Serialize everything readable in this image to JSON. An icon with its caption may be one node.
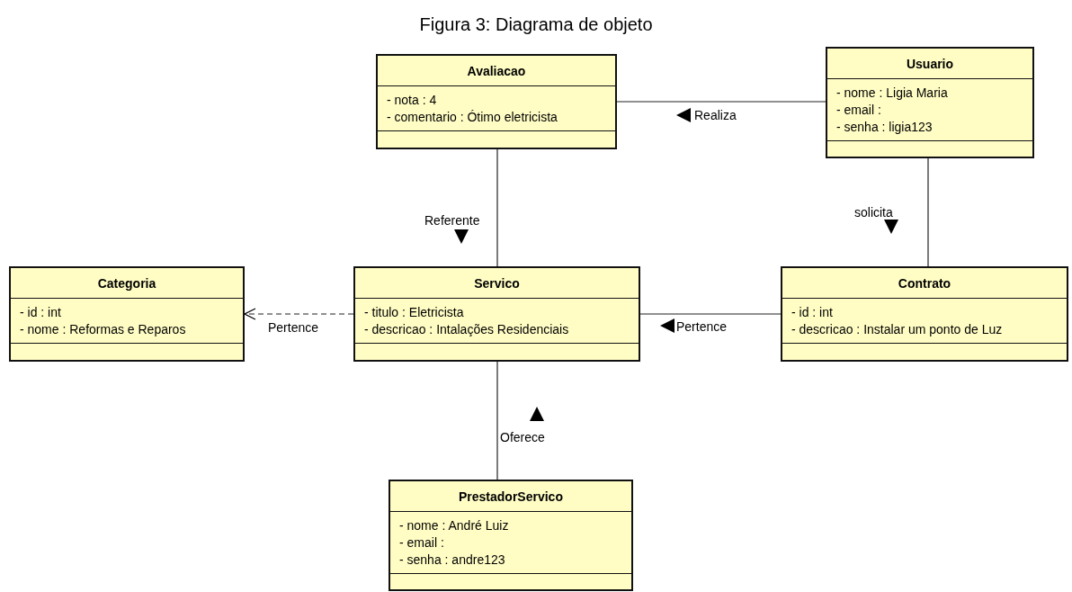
{
  "diagram": {
    "title": "Figura 3: Diagrama de objeto",
    "nodes": [
      {
        "text": [
          "Avaliacao",
          "- nota : 4",
          "- comentario : Ótimo eletricista"
        ]
      },
      {
        "text": [
          "Usuario",
          "- nome : Ligia Maria",
          "- email :",
          "- senha : ligia123"
        ]
      },
      {
        "text": [
          "Categoria",
          "- id : int",
          "- nome : Reformas e Reparos"
        ]
      },
      {
        "text": [
          "Servico",
          "- titulo : Eletricista",
          "- descricao : Intalações Residenciais"
        ]
      },
      {
        "text": [
          "Contrato",
          "- id : int",
          "- descricao : Instalar um ponto de Luz"
        ]
      },
      {
        "text": [
          "PrestadorServico",
          "- nome : André Luiz",
          "- email :",
          "- senha : andre123"
        ]
      }
    ],
    "edges": [
      {
        "from": 0,
        "to": 1,
        "arrow": "none",
        "label": "Realiza"
      },
      {
        "from": 0,
        "to": 3,
        "arrow": "none",
        "label": "Referente"
      },
      {
        "from": 1,
        "to": 4,
        "arrow": "none",
        "label": "solicita"
      },
      {
        "from": 3,
        "to": 2,
        "arrow": "to",
        "label": "Pertence",
        "style": "dashed"
      },
      {
        "from": 4,
        "to": 3,
        "arrow": "none",
        "label": "Pertence"
      },
      {
        "from": 3,
        "to": 5,
        "arrow": "none",
        "label": "Oferece"
      }
    ]
  }
}
